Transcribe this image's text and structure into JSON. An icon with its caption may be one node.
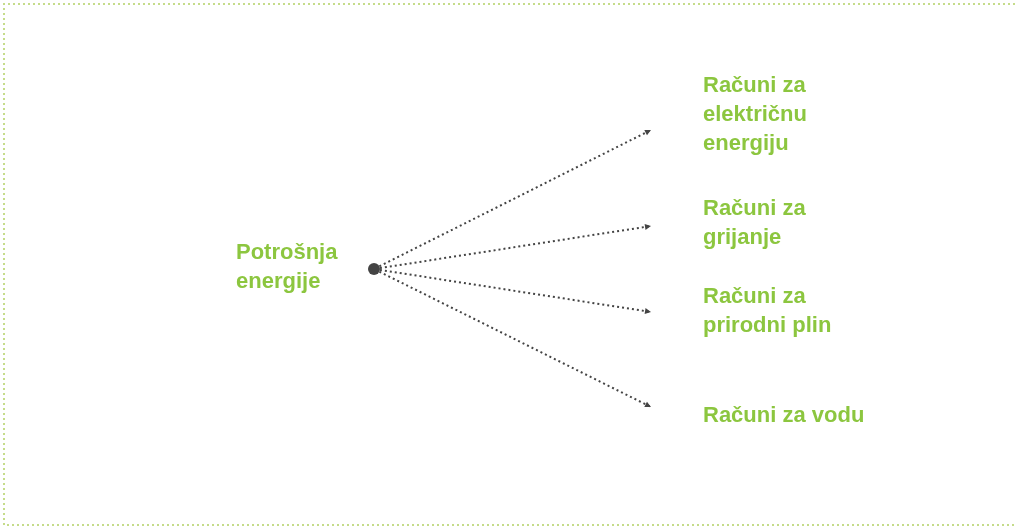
{
  "diagram": {
    "nodes": [
      {
        "text": [],
        "shape": "circle",
        "beside": [
          "Potrošnja energije"
        ]
      },
      {
        "text": [
          "Računi za električnu energiju"
        ]
      },
      {
        "text": [
          "Računi za grijanje"
        ]
      },
      {
        "text": [
          "Računi za prirodni plin"
        ]
      },
      {
        "text": [
          "Računi za vodu"
        ]
      }
    ],
    "edges": [
      {
        "from": 0,
        "to": 1,
        "arrow": "to",
        "style": "dashed"
      },
      {
        "from": 0,
        "to": 2,
        "arrow": "to",
        "style": "dashed"
      },
      {
        "from": 0,
        "to": 3,
        "arrow": "to",
        "style": "dashed"
      },
      {
        "from": 0,
        "to": 4,
        "arrow": "to",
        "style": "dashed"
      }
    ]
  }
}
